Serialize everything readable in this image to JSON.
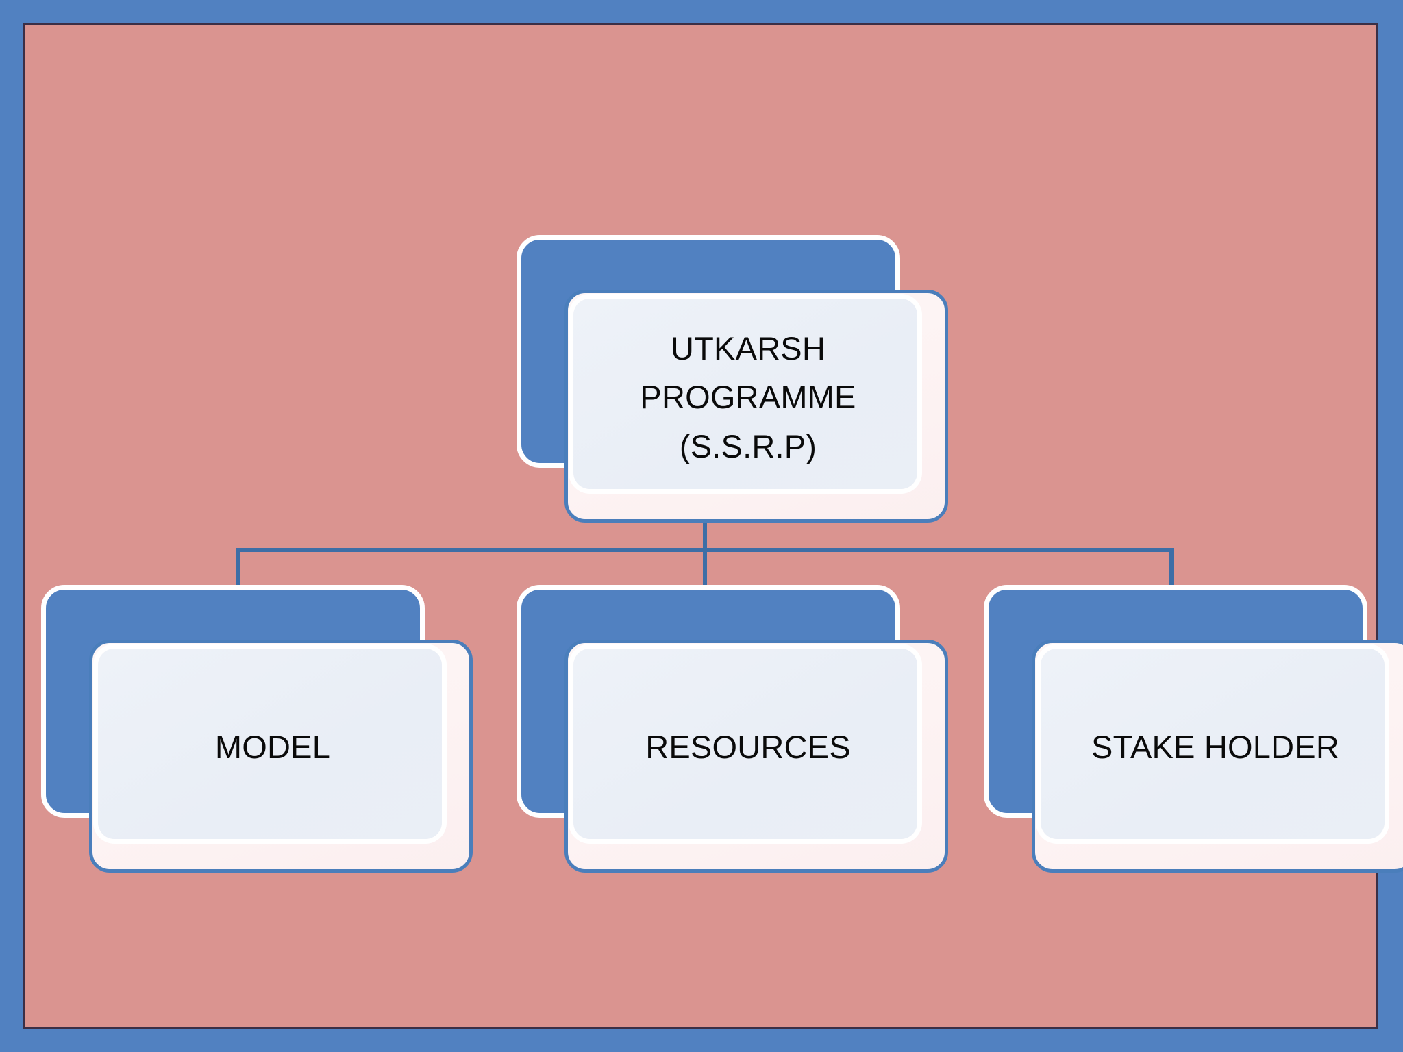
{
  "diagram": {
    "type": "organizational-hierarchy-chart",
    "background_color": "#da9490",
    "frame_color": "#5181c1",
    "frame_outline_color": "#3b2f46",
    "connector_color": "#3d6ea6",
    "node_back_color": "#5181c1",
    "node_front_color": "#fdf3f3",
    "node_plate_color": "#eaeff6",
    "label_color": "#0a0a0a",
    "root": {
      "id": "utkarsh-programme",
      "label": "UTKARSH\nPROGRAMME\n(S.S.R.P)",
      "lines": [
        "UTKARSH",
        "PROGRAMME",
        "(S.S.R.P)"
      ]
    },
    "children": [
      {
        "id": "model",
        "label": "MODEL"
      },
      {
        "id": "resources",
        "label": "RESOURCES"
      },
      {
        "id": "stake-holder",
        "label": "STAKE HOLDER"
      }
    ]
  }
}
